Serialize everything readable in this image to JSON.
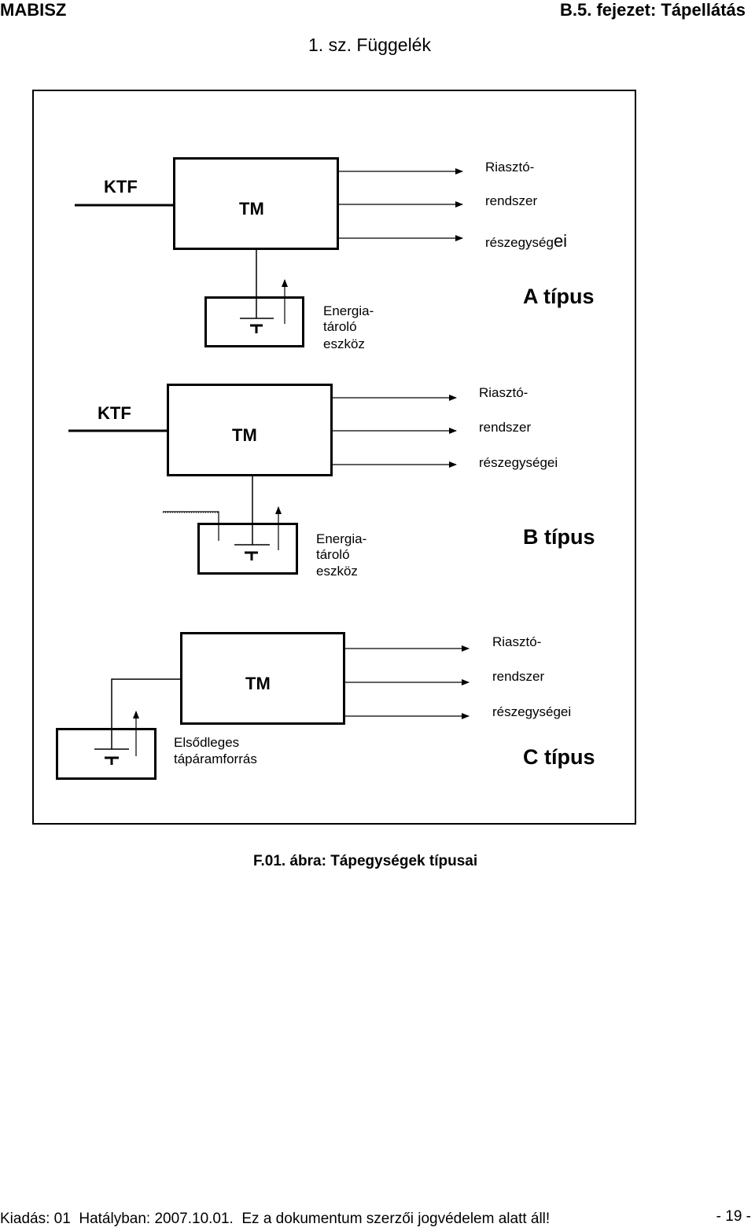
{
  "header": {
    "org": "MABISZ",
    "chapter": "B.5. fejezet: Tápellátás",
    "appendix": "1. sz. Függelék"
  },
  "diagram_a": {
    "ktf": "KTF",
    "tm": "TM",
    "outputs": [
      "Riasztó-",
      "rendszer",
      "részegység"
    ],
    "outputs_suffix": "ei",
    "storage": [
      "Energia-",
      "tároló",
      "eszköz"
    ],
    "type": "A típus"
  },
  "diagram_b": {
    "ktf": "KTF",
    "tm": "TM",
    "outputs": [
      "Riasztó-",
      "rendszer",
      "részegységei"
    ],
    "storage": [
      "Energia-",
      "tároló",
      "eszköz"
    ],
    "type": "B típus"
  },
  "diagram_c": {
    "tm": "TM",
    "outputs": [
      "Riasztó-",
      "rendszer",
      "részegységei"
    ],
    "source": [
      "Elsődleges",
      "tápáramforrás"
    ],
    "type": "C típus"
  },
  "caption": "F.01. ábra: Tápegységek típusai",
  "footer": {
    "left": "Kiadás: 01  Hatályban: 2007.10.01.  Ez a dokumentum szerzői jogvédelem alatt áll!",
    "page": "- 19 -"
  }
}
